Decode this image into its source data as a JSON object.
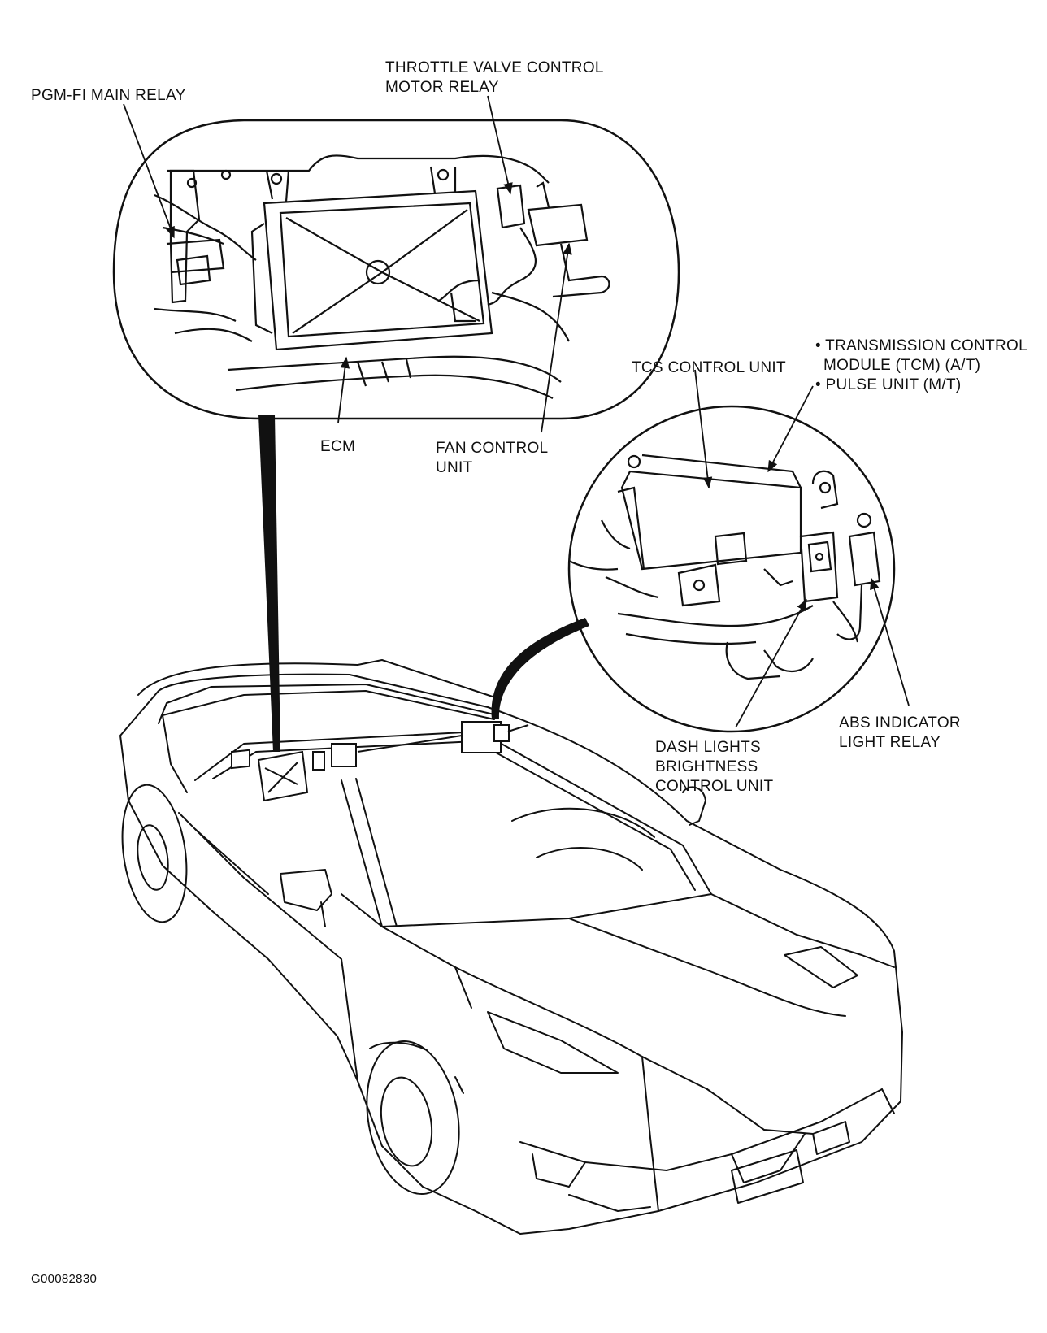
{
  "labels": {
    "pgm_fi_main_relay": "PGM-FI MAIN RELAY",
    "throttle_line1": "THROTTLE VALVE CONTROL",
    "throttle_line2": "MOTOR RELAY",
    "ecm": "ECM",
    "fan_line1": "FAN CONTROL",
    "fan_line2": "UNIT",
    "tcs_control_unit": "TCS CONTROL UNIT",
    "tcm_line1": "• TRANSMISSION CONTROL",
    "tcm_line2": "MODULE (TCM) (A/T)",
    "tcm_line3": "• PULSE UNIT (M/T)",
    "abs_line1": "ABS INDICATOR",
    "abs_line2": "LIGHT RELAY",
    "dash_line1": "DASH LIGHTS",
    "dash_line2": "BRIGHTNESS",
    "dash_line3": "CONTROL UNIT",
    "figure_code": "G00082830"
  },
  "colors": {
    "line": "#111111",
    "background": "#ffffff"
  }
}
